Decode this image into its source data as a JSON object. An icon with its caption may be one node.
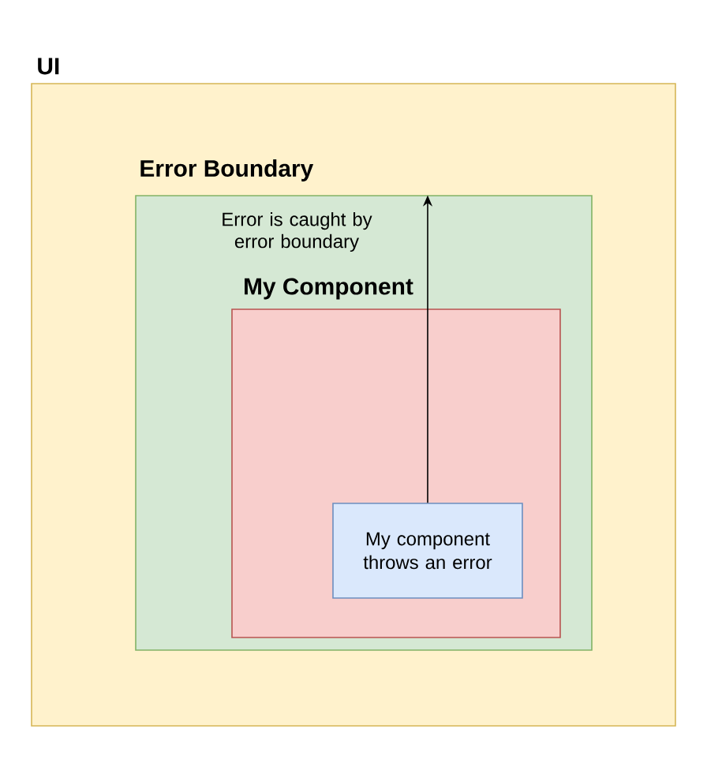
{
  "diagram": {
    "nodes": [
      {
        "text": [
          "UI"
        ]
      },
      {
        "text": [
          "Error Boundary"
        ],
        "in": 0
      },
      {
        "text": [
          "My Component"
        ],
        "in": 1
      },
      {
        "text": [
          "My component throws an error"
        ],
        "in": 2
      }
    ],
    "edges": [
      {
        "from": 3,
        "to": 1,
        "arrow": "to",
        "label": "Error is caught by error boundary"
      }
    ]
  }
}
